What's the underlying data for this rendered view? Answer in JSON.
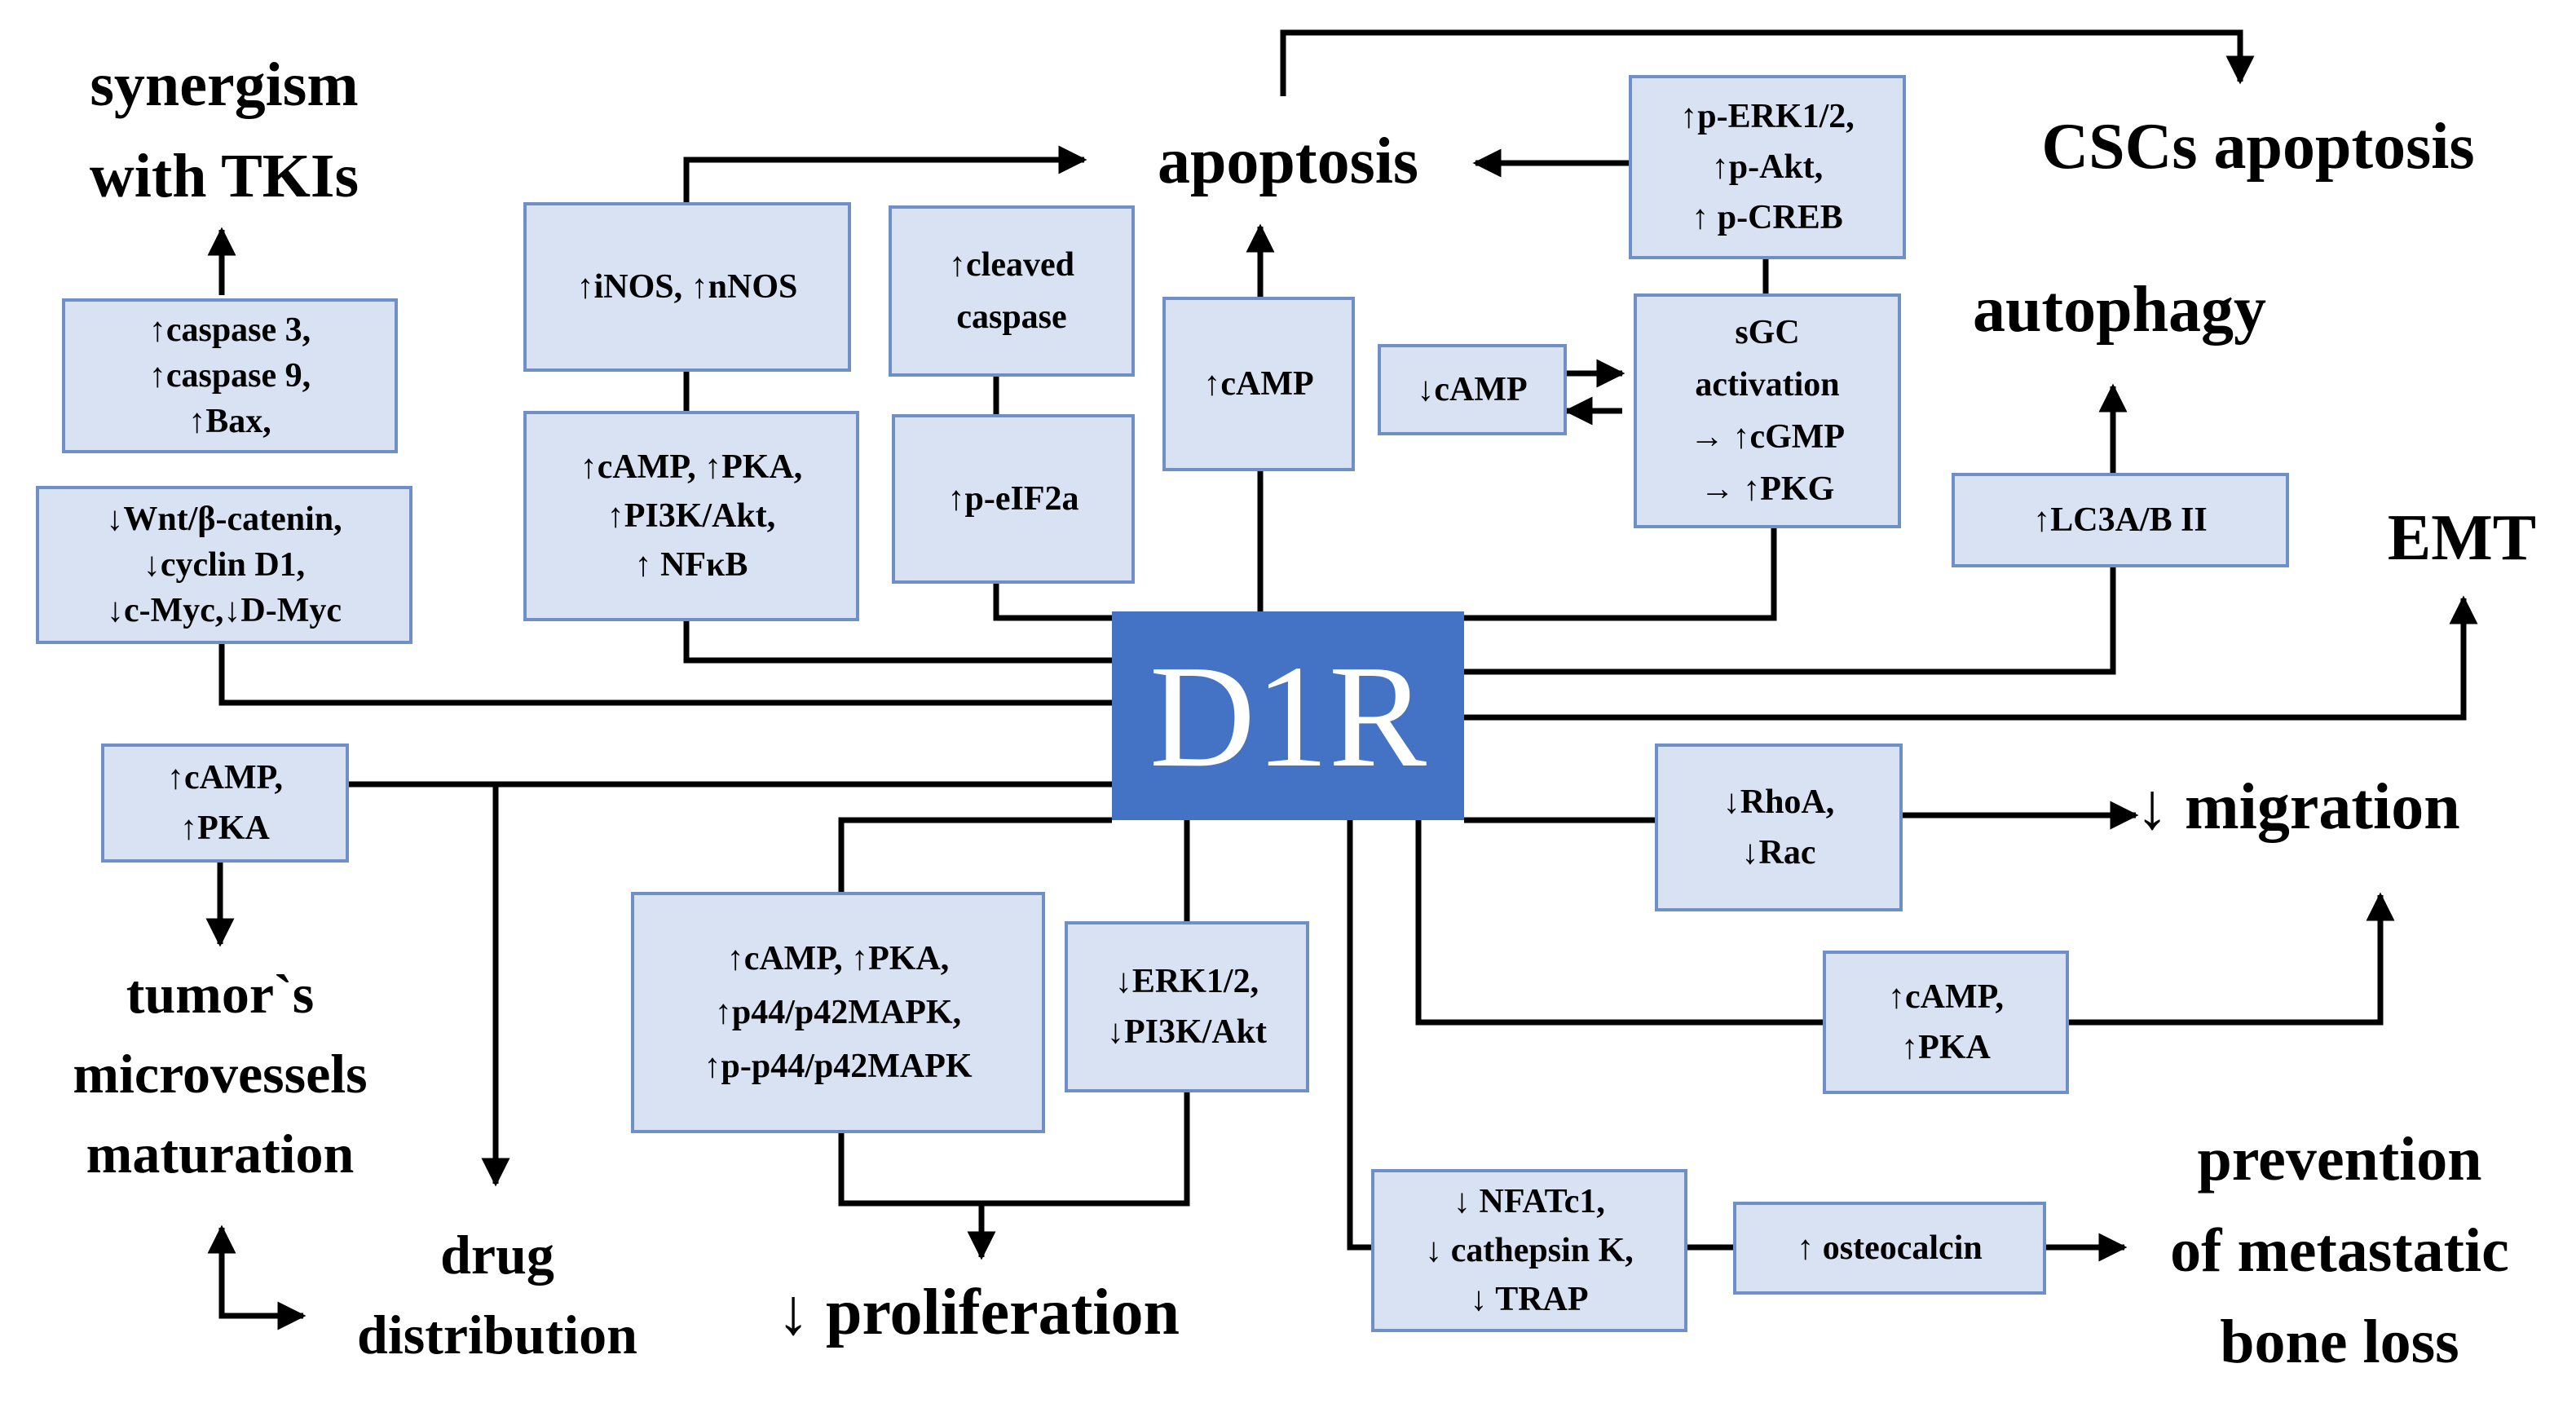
{
  "hub": {
    "label": "D1R",
    "color": "#4472c4"
  },
  "box_style": {
    "fill": "#d9e2f2",
    "stroke": "#6f8fc8"
  },
  "boxes": {
    "caspase": [
      "↑caspase 3,",
      "↑caspase 9,",
      "↑Bax,"
    ],
    "wnt": [
      "↓Wnt/β-catenin,",
      "↓cyclin D1,",
      "↓c-Myc,↓D-Myc"
    ],
    "inos": [
      "↑iNOS, ↑nNOS"
    ],
    "camp_pka_pi3k": [
      "↑cAMP, ↑PKA,",
      "↑PI3K/Akt,",
      "↑ NFκB"
    ],
    "cleaved_caspase": [
      "↑cleaved",
      "caspase"
    ],
    "peif2a": [
      "↑p-eIF2a"
    ],
    "camp_apoptosis": [
      "↑cAMP"
    ],
    "erk_akt_creb": [
      "↑p-ERK1/2,",
      "↑p-Akt,",
      "↑ p-CREB"
    ],
    "camp_down": [
      "↓cAMP"
    ],
    "sgc": [
      "sGC",
      "activation",
      "→ ↑cGMP",
      "→ ↑PKG"
    ],
    "lc3": [
      "↑LC3A/B II"
    ],
    "camp_pka_left": [
      "↑cAMP,",
      "↑PKA"
    ],
    "rhoa_rac": [
      "↓RhoA,",
      "↓Rac"
    ],
    "mapk": [
      "↑cAMP, ↑PKA,",
      "↑p44/p42MAPK,",
      "↑p-p44/p42MAPK"
    ],
    "erk_pi3k_down": [
      "↓ERK1/2,",
      "↓PI3K/Akt"
    ],
    "camp_pka_right": [
      "↑cAMP,",
      "↑PKA"
    ],
    "nfatc1": [
      "↓ NFATc1,",
      "↓ cathepsin K,",
      "↓ TRAP"
    ],
    "osteocalcin": [
      "↑ osteocalcin"
    ]
  },
  "outcomes": {
    "synergism": [
      "synergism",
      "with TKIs"
    ],
    "apoptosis": [
      "apoptosis"
    ],
    "cscs_apoptosis": [
      "CSCs apoptosis"
    ],
    "autophagy": [
      "autophagy"
    ],
    "emt": [
      "EMT"
    ],
    "migration": [
      "↓ migration"
    ],
    "microvessels": [
      "tumor`s",
      "microvessels",
      "maturation"
    ],
    "drug_distribution": [
      "drug",
      "distribution"
    ],
    "proliferation": [
      "↓ proliferation"
    ],
    "bone_loss": [
      "prevention",
      "of metastatic",
      "bone loss"
    ]
  }
}
